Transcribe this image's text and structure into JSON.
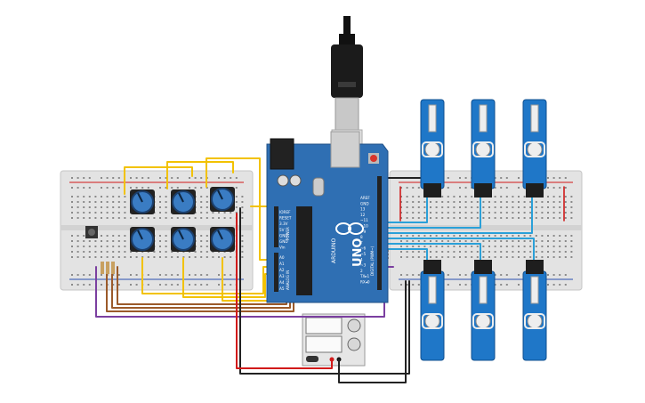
{
  "arduino": {
    "brand": "ARDUINO",
    "model": "UNO",
    "power_header_label": "POWER",
    "analog_header_label": "ANALOG IN",
    "digital_header_label": "DIGITAL (PWM~)",
    "power_pins": [
      "IOREF",
      "RESET",
      "3.3V",
      "5V",
      "GND",
      "GND",
      "Vin"
    ],
    "analog_pins": [
      "A0",
      "A1",
      "A2",
      "A3",
      "A4",
      "A5"
    ],
    "digital_pins": [
      "AREF",
      "GND",
      "13",
      "12",
      "~11",
      "~10",
      "~9",
      "8",
      "7",
      "~6",
      "~5",
      "4",
      "~3",
      "2",
      "TX▸1",
      "RX◂0"
    ]
  },
  "colors": {
    "board": "#2f6fb3",
    "servo": "#1f77c8",
    "knob": "#3a7cc3",
    "wire_yellow": "#f2c200",
    "wire_blue": "#2aa0d8",
    "wire_brown": "#9b5a2a",
    "wire_purple": "#7b3fa0",
    "wire_red": "#d11a1a",
    "wire_black": "#222222"
  },
  "icons": {
    "usb": "usb-cable-icon",
    "servo": "servo-motor-icon",
    "pot": "potentiometer-knob-icon",
    "button": "push-button-icon",
    "battery": "battery-pack-icon"
  }
}
